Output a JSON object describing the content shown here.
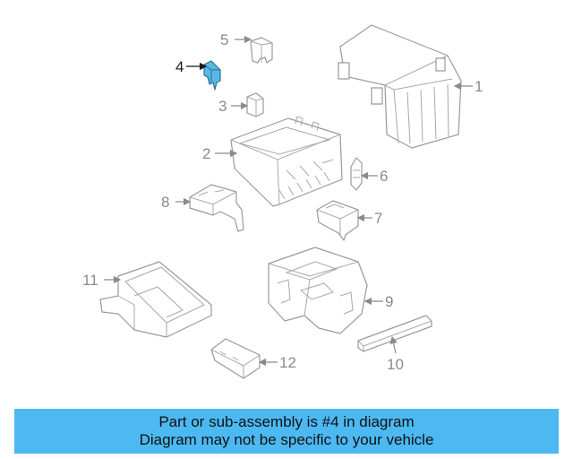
{
  "diagram": {
    "highlight_color": "#5bb8e6",
    "highlighted_part": "4",
    "callouts": [
      "1",
      "2",
      "3",
      "4",
      "5",
      "6",
      "7",
      "8",
      "9",
      "10",
      "11",
      "12"
    ]
  },
  "banner": {
    "line1": "Part or sub-assembly is #4 in diagram",
    "line2": "Diagram may not be specific to your vehicle",
    "background": "#4cb9f2"
  }
}
